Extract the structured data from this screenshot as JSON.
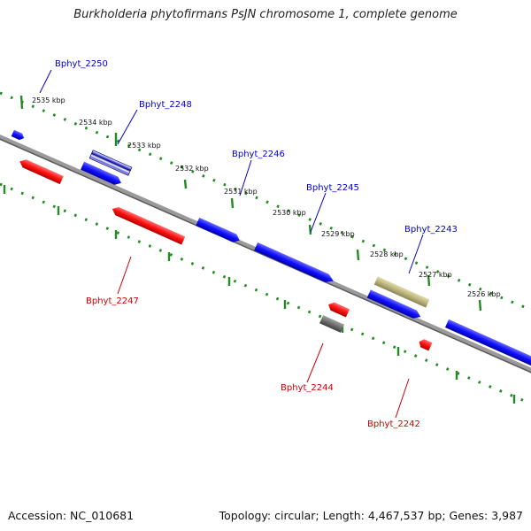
{
  "title": "Burkholderia phytofirmans PsJN chromosome 1, complete genome",
  "footer": {
    "accession": "Accession: NC_010681",
    "topology": "Topology: circular; Length: 4,467,537 bp; Genes: 3,987"
  },
  "colors": {
    "forward_gene": "#0000ee",
    "reverse_gene": "#ee0000",
    "forward_label": "#0000cc",
    "reverse_label": "#cc0000",
    "backbone": "#808080",
    "ticks": "#228b22",
    "highlight_gene": "#b8b07a",
    "pseudo_gene": "#707070"
  },
  "scale_labels": [
    "2535 kbp",
    "2534 kbp",
    "2533 kbp",
    "2532 kbp",
    "2531 kbp",
    "2530 kbp",
    "2529 kbp",
    "2528 kbp",
    "2527 kbp",
    "2526 kbp"
  ],
  "genes": [
    {
      "id": "Bphyt_2250",
      "strand": "forward"
    },
    {
      "id": "Bphyt_2248",
      "strand": "forward"
    },
    {
      "id": "Bphyt_2247",
      "strand": "reverse"
    },
    {
      "id": "Bphyt_2246",
      "strand": "forward"
    },
    {
      "id": "Bphyt_2245",
      "strand": "forward"
    },
    {
      "id": "Bphyt_2244",
      "strand": "reverse"
    },
    {
      "id": "Bphyt_2243",
      "strand": "forward"
    },
    {
      "id": "Bphyt_2242",
      "strand": "reverse"
    }
  ]
}
